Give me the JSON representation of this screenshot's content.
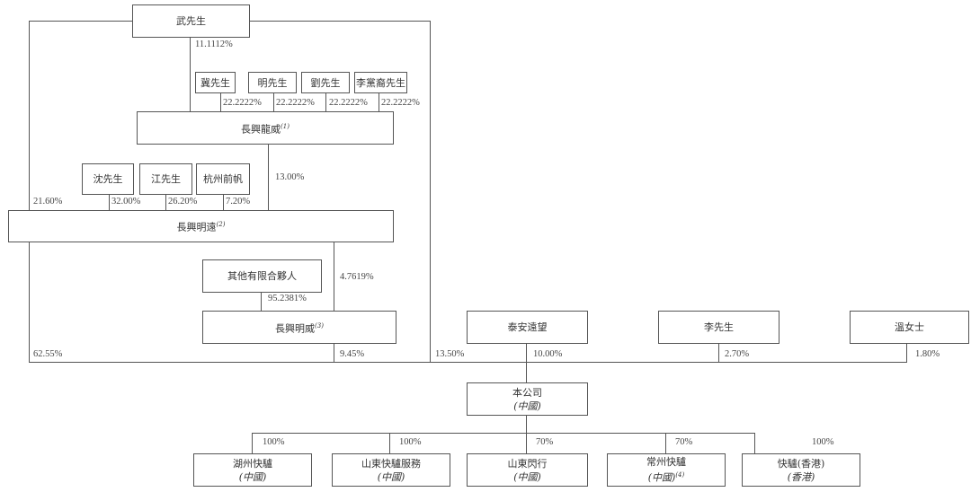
{
  "entities": {
    "wu": "武先生",
    "ji": "冀先生",
    "ming": "明先生",
    "liu": "劉先生",
    "li_dangyi": "李黨裔先生",
    "cx_longwei": "長興龍威",
    "cx_longwei_note": "(1)",
    "shen": "沈先生",
    "jiang": "江先生",
    "hangzhou": "杭州前帆",
    "cx_mingyuan": "長興明遠",
    "cx_mingyuan_note": "(2)",
    "other_lp": "其他有限合夥人",
    "cx_mingwei": "長興明威",
    "cx_mingwei_note": "(3)",
    "taian": "泰安遠望",
    "li": "李先生",
    "wen": "溫女士",
    "company": "本公司",
    "company_loc": "(中國)",
    "sub1": "湖州快驢",
    "sub1_loc": "(中國)",
    "sub2": "山東快驢服務",
    "sub2_loc": "(中國)",
    "sub3": "山東閃行",
    "sub3_loc": "(中國)",
    "sub4": "常州快驢",
    "sub4_loc": "(中國)",
    "sub4_note": "(4)",
    "sub5": "快驢(香港)",
    "sub5_loc": "(香港)"
  },
  "percentages": {
    "wu_longwei": "11.1112%",
    "ji": "22.2222%",
    "ming": "22.2222%",
    "liu": "22.2222%",
    "li_dangyi": "22.2222%",
    "longwei_mingyuan": "13.00%",
    "wu_mingyuan": "21.60%",
    "shen": "32.00%",
    "jiang": "26.20%",
    "hangzhou": "7.20%",
    "mingyuan_mingwei": "4.7619%",
    "other_lp": "95.2381%",
    "mingyuan_company": "62.55%",
    "mingwei_company": "9.45%",
    "wu_company": "13.50%",
    "taian": "10.00%",
    "li": "2.70%",
    "wen": "1.80%",
    "sub1": "100%",
    "sub2": "100%",
    "sub3": "70%",
    "sub4": "70%",
    "sub5": "100%"
  }
}
